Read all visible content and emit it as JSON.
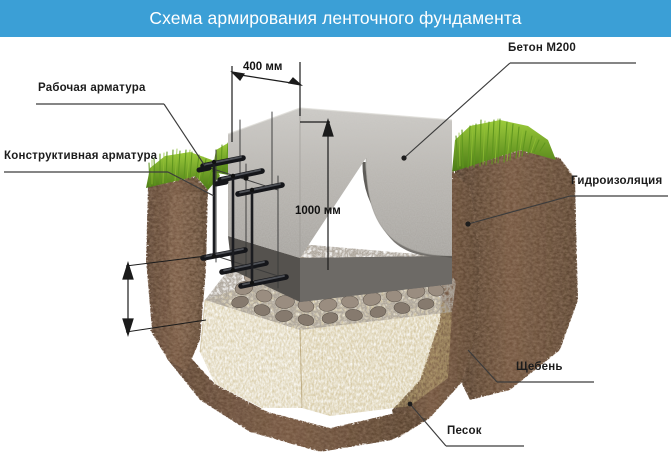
{
  "banner": {
    "title": "Схема армирования ленточного фундамента",
    "bg_color": "#3b9fd6",
    "text_color": "#ffffff"
  },
  "labels": {
    "working_rebar": "Рабочая арматура",
    "structural_rebar": "Конструктивная арматура",
    "concrete": "Бетон М200",
    "waterproofing": "Гидроизоляция",
    "crushed_stone": "Щебень",
    "sand": "Песок"
  },
  "dimensions": {
    "width": "400 мм",
    "height": "1000 мм"
  },
  "colors": {
    "banner": "#3b9fd6",
    "concrete": "#b8b5b0",
    "concrete_dark": "#6e6c68",
    "soil": "#5b4334",
    "soil_light": "#7c5c44",
    "grass": "#6aa11e",
    "sand": "#c6a55c",
    "gravel": "#8c8177",
    "rebar": "#1a1a1a",
    "leader": "#3c3c3c"
  },
  "diagram": {
    "type": "strip-foundation-cross-section",
    "layers": [
      "Бетон М200",
      "Гидроизоляция",
      "Щебень",
      "Песок"
    ],
    "reinforcement": [
      "Рабочая арматура",
      "Конструктивная арматура"
    ]
  }
}
